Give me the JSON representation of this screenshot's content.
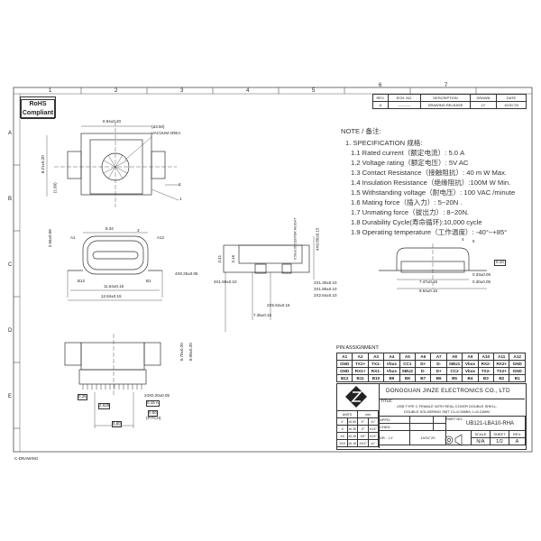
{
  "frame": {
    "columns": [
      "1",
      "2",
      "3",
      "4",
      "5",
      "6",
      "7"
    ],
    "rows": [
      "A",
      "B",
      "C",
      "D",
      "E"
    ],
    "drawing_type": "C-DRAWING"
  },
  "rohs": {
    "line1": "RoHS",
    "line2": "Compliant"
  },
  "revision_table": {
    "headers": [
      "REV.",
      "ECN. NO.",
      "DESCRIPTION",
      "DRAWN",
      "DATE"
    ],
    "row": [
      "A",
      "----------",
      "DRAWING RELEASE",
      "LY",
      "10/31\"20"
    ]
  },
  "notes": {
    "title": "NOTE / 备注:",
    "spec_title": "1. SPECIFICATION 规格:",
    "items": [
      "1.1  Rated current（额定电流）: 5.0 A",
      "1.2 Voltage rating（额定电压）: 5V AC",
      "1.3  Contact Resistance（接触阻抗）: 40 m W Max.",
      "1.4  Insulation Resistance（绝缘阻抗）:100M W Min.",
      "1.5  Withstanding voltage（耐电压）: 100 VAC /minute",
      "1.6  Mating force（插入力）: 5~20N .",
      "1.7  Unmating force（拔出力）: 8~20N.",
      "1.8  Durability Cycle(寿命循环):10,000  cycle",
      "1.9 Operating temperature（工作温度）: -40°~+85°"
    ]
  },
  "dimensions": {
    "top_width": "8.94±0.20",
    "vacuum_dia": "(ø3.50)",
    "vacuum_label": "VACUUM AREA",
    "top_height": "8.21±0.20",
    "top_offset": "(1.60)",
    "callout_1": "1",
    "callout_2": "2",
    "front_inner": "8.34",
    "front_height": "2.56±0.08",
    "callout_3": "3",
    "pin_a1": "A1",
    "pin_a12": "A12",
    "pin_b12": "B12",
    "pin_b1": "B1",
    "front_w1": "11.64±0.15",
    "front_w2": "12.84±0.15",
    "front_slot": "4X0.25±0.05",
    "side_h1": "3.41",
    "side_h2": "3.16",
    "side_center": "0.50±0.05 CENTER HEIGHT",
    "side_4x": "4X0.80±0.15",
    "side_pad": "4X1.50±0.10",
    "side_2x1": "2X1.30±0.10",
    "side_2x2": "2X1.80±0.10",
    "side_2x3": "2X2.64±0.10",
    "side_2x4": "2X5.54±0.15",
    "side_total": "7.35±0.15",
    "rear_callout_4": "4",
    "rear_callout_5": "5",
    "rear_flat": "0.10",
    "rear_d1": "0.33±0.05",
    "rear_d2": "0.30±0.05",
    "rear_w1": "7.47±0.15",
    "rear_w2": "8.64±0.15",
    "bottom_h1": "0.70±0.20",
    "bottom_h2": "0.90±0.20",
    "bottom_a": "0.25",
    "bottom_b": "2.625",
    "bottom_c": "5.50",
    "bottom_pins": "24X0.20±0.05",
    "bottom_pos": "0.15 A",
    "bottom_pitch_val": "0.50",
    "bottom_pitch": "(PITCH)"
  },
  "pin_assignment": {
    "title": "PIN ASSIGNMENT:",
    "row_a_labels": [
      "A1",
      "A2",
      "A3",
      "A4",
      "A5",
      "A6",
      "A7",
      "A8",
      "A9",
      "A10",
      "A11",
      "A12"
    ],
    "row_a_signals": [
      "GND",
      "TX1+",
      "TX1-",
      "Vbus",
      "CC1",
      "D+",
      "D-",
      "SBU1",
      "Vbus",
      "RX2-",
      "RX2+",
      "GND"
    ],
    "row_b_signals": [
      "GND",
      "RX1+",
      "RX1-",
      "Vbus",
      "SBU2",
      "D-",
      "D+",
      "CC2",
      "Vbus",
      "TX2-",
      "TX2+",
      "GND"
    ],
    "row_b_labels": [
      "B12",
      "B11",
      "B10",
      "B9",
      "B8",
      "B7",
      "B6",
      "B5",
      "B4",
      "B3",
      "B2",
      "B1"
    ]
  },
  "title_block": {
    "company": "DONGGUAN  JINZE  ELECTRONICS  CO.,  LTD",
    "title_label": "TITLE:",
    "title_line1": "USB TYPE C FEMALE WITH REAL COVER DOUBLE SHELL,",
    "title_line2": "DOUBLE SOLDERING SMT CL=0.50MM, L=8.21MM",
    "units_label": "UNITS",
    "units_value": "mm",
    "tolerances": [
      [
        "X",
        "±0.50",
        "X°",
        "±1°"
      ],
      [
        ".X",
        "±0.35",
        ".X°",
        "±0.5°"
      ],
      [
        ".XX",
        "±0.25",
        ".XX°",
        "±0.5°"
      ],
      [
        ".XXX",
        "±0.15",
        ".XXX°",
        "±1°"
      ]
    ],
    "appd_label": "APPD:",
    "chkd_label": "CHKD:",
    "dr_label": "DR:",
    "dr_value": "LY",
    "date": "10/31\"20",
    "part_no_label": "PART NO.",
    "part_no": "UB121-LBA10-RHA",
    "scale_label": "SCALE",
    "scale_value": "N/A",
    "sheet_label": "SHEET",
    "sheet_value": "1/2",
    "rev_label": "REV.",
    "rev_value": "A"
  }
}
